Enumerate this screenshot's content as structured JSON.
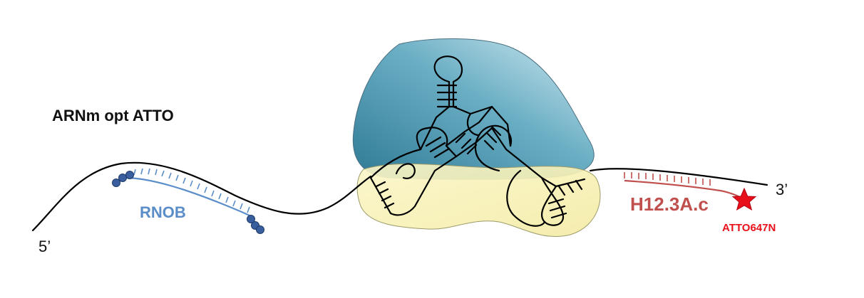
{
  "title": "ARNm opt ATTO",
  "probe_left": {
    "label": "RNOB",
    "color": "#5b8ec9",
    "bead_color": "#3a5f9e"
  },
  "probe_right": {
    "label": "H12.3A.c",
    "color": "#c0504d"
  },
  "fluorophore": {
    "label": "ATTO647N",
    "color": "#e8101a"
  },
  "end_5": "5’",
  "end_3": "3’",
  "colors": {
    "strand": "#000000",
    "ribosome_large": "#3d8aa5",
    "ribosome_small": "#f7f0b0"
  }
}
